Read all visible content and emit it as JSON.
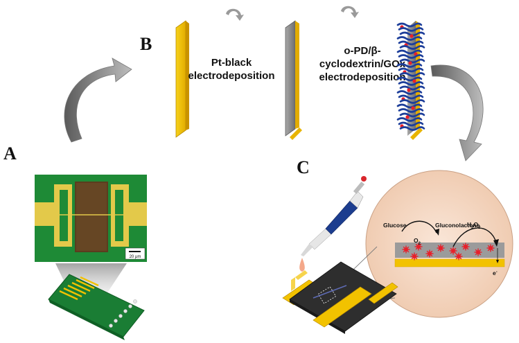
{
  "panels": {
    "a": "A",
    "b": "B",
    "c": "C"
  },
  "step1": {
    "line1": "Pt-black",
    "line2": "electrodeposition"
  },
  "step2": {
    "line1": "o-PD/β-",
    "line2": "cyclodextrin/GOx",
    "line3": "electrodeposition"
  },
  "scale_bar": "20 μm",
  "reaction": {
    "glucose": "Glucose",
    "gluconolactone": "Gluconolactone",
    "o2": "O",
    "o2_sub": "2",
    "h2o2_h": "H",
    "h2o2_sub1": "2",
    "h2o2_o": "O",
    "h2o2_sub2": "2",
    "electron": "e",
    "electron_sup": "-"
  },
  "colors": {
    "gold": "#f2c200",
    "gold_dark": "#c99700",
    "pcb_green": "#1f8a3a",
    "platinum_grey": "#8c8c8c",
    "enzyme_red": "#e8202a",
    "polymer_blue": "#1d3e9a",
    "inset_bg": "#f6d9c6",
    "arrow_grey": "#8a8a8a"
  }
}
